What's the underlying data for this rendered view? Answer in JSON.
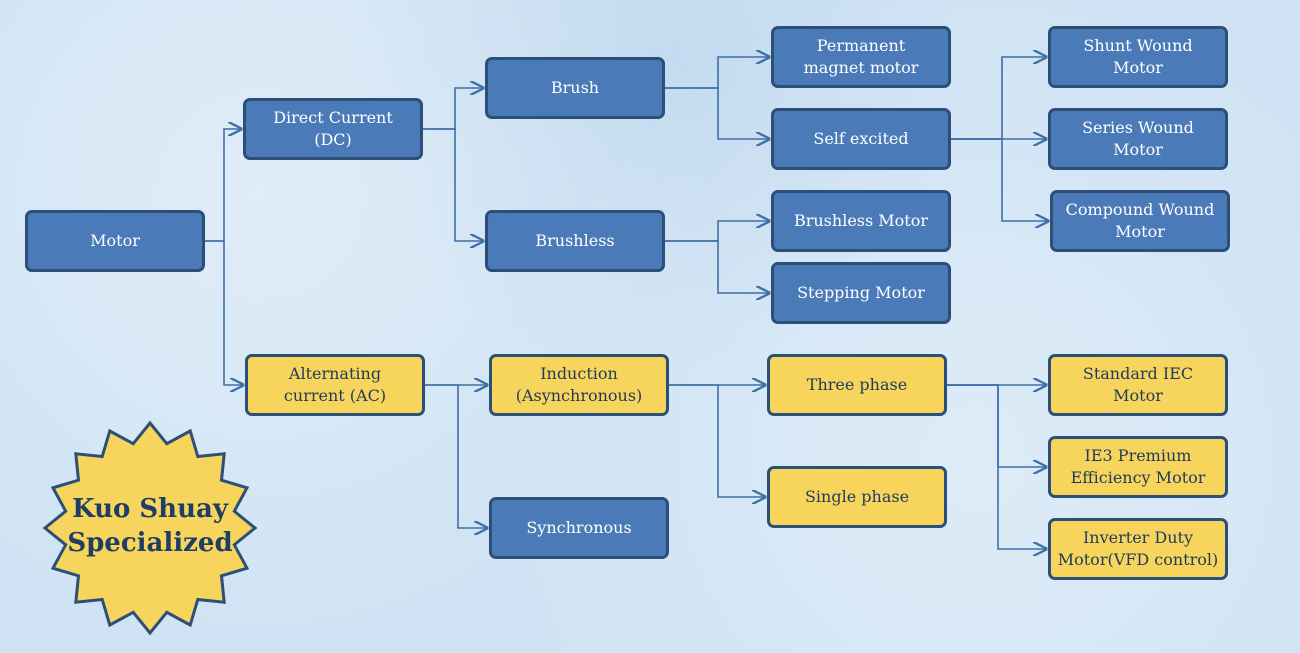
{
  "colors": {
    "blue_fill": "#4a7bb8",
    "yellow_fill": "#f7d55c",
    "border": "#2c4f78",
    "connector": "#3f6fa8",
    "badge_text": "#1f3e66"
  },
  "badge": {
    "text": "Kuo Shuay\nSpecialized"
  },
  "nodes": [
    {
      "id": "motor",
      "label": "Motor",
      "color": "blue"
    },
    {
      "id": "dc",
      "label": "Direct Current (DC)",
      "color": "blue"
    },
    {
      "id": "ac",
      "label": "Alternating\ncurrent (AC)",
      "color": "yellow"
    },
    {
      "id": "brush",
      "label": "Brush",
      "color": "blue"
    },
    {
      "id": "brushless",
      "label": "Brushless",
      "color": "blue"
    },
    {
      "id": "induction",
      "label": "Induction\n(Asynchronous)",
      "color": "yellow"
    },
    {
      "id": "synchronous",
      "label": "Synchronous",
      "color": "blue"
    },
    {
      "id": "permanent",
      "label": "Permanent\nmagnet motor",
      "color": "blue"
    },
    {
      "id": "self_excited",
      "label": "Self excited",
      "color": "blue"
    },
    {
      "id": "brushless_motor",
      "label": "Brushless  Motor",
      "color": "blue"
    },
    {
      "id": "stepping",
      "label": "Stepping Motor",
      "color": "blue"
    },
    {
      "id": "three_phase",
      "label": "Three phase",
      "color": "yellow"
    },
    {
      "id": "single_phase",
      "label": "Single phase",
      "color": "yellow"
    },
    {
      "id": "shunt",
      "label": "Shunt Wound\nMotor",
      "color": "blue"
    },
    {
      "id": "series",
      "label": "Series Wound\nMotor",
      "color": "blue"
    },
    {
      "id": "compound",
      "label": "Compound Wound\nMotor",
      "color": "blue"
    },
    {
      "id": "iec",
      "label": "Standard IEC\nMotor",
      "color": "yellow"
    },
    {
      "id": "ie3",
      "label": "IE3 Premium\nEfficiency Motor",
      "color": "yellow"
    },
    {
      "id": "inverter",
      "label": "Inverter Duty\nMotor(VFD control)",
      "color": "yellow"
    }
  ],
  "edges": [
    [
      "motor",
      "dc"
    ],
    [
      "motor",
      "ac"
    ],
    [
      "dc",
      "brush"
    ],
    [
      "dc",
      "brushless"
    ],
    [
      "ac",
      "induction"
    ],
    [
      "ac",
      "synchronous"
    ],
    [
      "brush",
      "permanent"
    ],
    [
      "brush",
      "self_excited"
    ],
    [
      "brushless",
      "brushless_motor"
    ],
    [
      "brushless",
      "stepping"
    ],
    [
      "induction",
      "three_phase"
    ],
    [
      "induction",
      "single_phase"
    ],
    [
      "self_excited",
      "shunt"
    ],
    [
      "self_excited",
      "series"
    ],
    [
      "self_excited",
      "compound"
    ],
    [
      "three_phase",
      "iec"
    ],
    [
      "three_phase",
      "ie3"
    ],
    [
      "three_phase",
      "inverter"
    ]
  ]
}
